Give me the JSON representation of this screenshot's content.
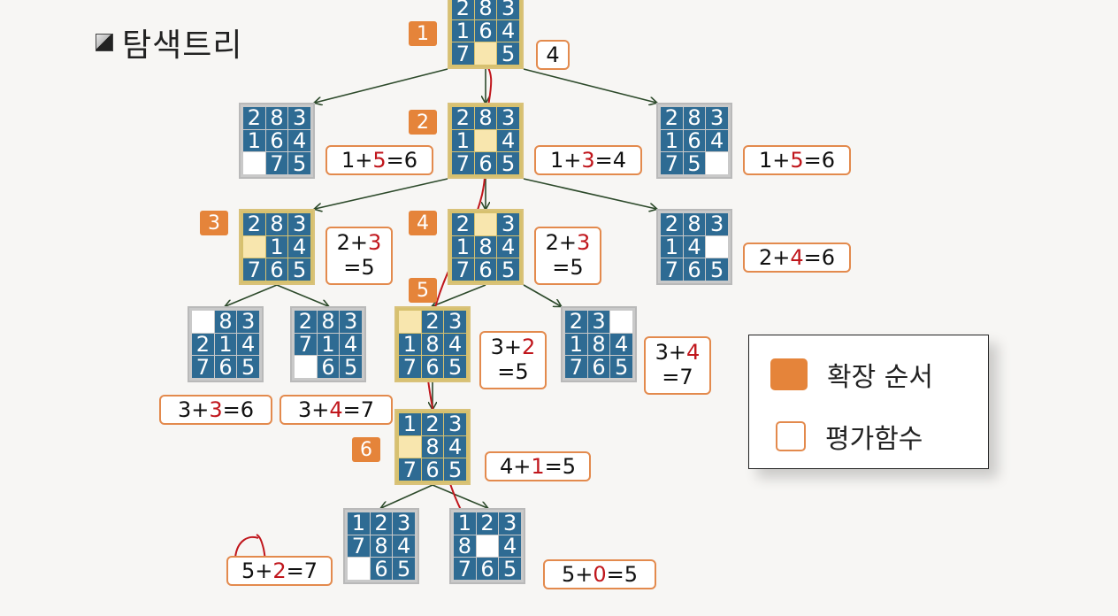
{
  "title": "탐색트리",
  "legend": {
    "order_label": "확장 순서",
    "eval_label": "평가함수"
  },
  "nodes": [
    {
      "id": "n1",
      "tiles": [
        "2",
        "8",
        "3",
        "1",
        "6",
        "4",
        "7",
        "",
        "5"
      ],
      "expanded": true,
      "order": "1",
      "eval": {
        "plain": "4"
      }
    },
    {
      "id": "n2a",
      "tiles": [
        "2",
        "8",
        "3",
        "1",
        "6",
        "4",
        "",
        "7",
        "5"
      ],
      "expanded": false,
      "eval": {
        "g": "1",
        "h": "5",
        "f": "6"
      }
    },
    {
      "id": "n2",
      "tiles": [
        "2",
        "8",
        "3",
        "1",
        "",
        "4",
        "7",
        "6",
        "5"
      ],
      "expanded": true,
      "order": "2",
      "eval": {
        "g": "1",
        "h": "3",
        "f": "4"
      }
    },
    {
      "id": "n2c",
      "tiles": [
        "2",
        "8",
        "3",
        "1",
        "6",
        "4",
        "7",
        "5",
        ""
      ],
      "expanded": false,
      "eval": {
        "g": "1",
        "h": "5",
        "f": "6"
      }
    },
    {
      "id": "n3",
      "tiles": [
        "2",
        "8",
        "3",
        "",
        "1",
        "4",
        "7",
        "6",
        "5"
      ],
      "expanded": true,
      "order": "3",
      "eval": {
        "g": "2",
        "h": "3",
        "f": "5"
      }
    },
    {
      "id": "n4",
      "tiles": [
        "2",
        "",
        "3",
        "1",
        "8",
        "4",
        "7",
        "6",
        "5"
      ],
      "expanded": true,
      "order": "4",
      "eval": {
        "g": "2",
        "h": "3",
        "f": "5"
      }
    },
    {
      "id": "n3c",
      "tiles": [
        "2",
        "8",
        "3",
        "1",
        "4",
        "",
        "7",
        "6",
        "5"
      ],
      "expanded": false,
      "eval": {
        "g": "2",
        "h": "4",
        "f": "6"
      }
    },
    {
      "id": "n4a",
      "tiles": [
        "",
        "8",
        "3",
        "2",
        "1",
        "4",
        "7",
        "6",
        "5"
      ],
      "expanded": false,
      "eval": {
        "g": "3",
        "h": "3",
        "f": "6"
      }
    },
    {
      "id": "n4b",
      "tiles": [
        "2",
        "8",
        "3",
        "7",
        "1",
        "4",
        "",
        "6",
        "5"
      ],
      "expanded": false,
      "eval": {
        "g": "3",
        "h": "4",
        "f": "7"
      }
    },
    {
      "id": "n5",
      "tiles": [
        "",
        "2",
        "3",
        "1",
        "8",
        "4",
        "7",
        "6",
        "5"
      ],
      "expanded": true,
      "order": "5",
      "eval": {
        "g": "3",
        "h": "2",
        "f": "5"
      }
    },
    {
      "id": "n5b",
      "tiles": [
        "2",
        "3",
        "",
        "1",
        "8",
        "4",
        "7",
        "6",
        "5"
      ],
      "expanded": false,
      "eval": {
        "g": "3",
        "h": "4",
        "f": "7"
      }
    },
    {
      "id": "n6",
      "tiles": [
        "1",
        "2",
        "3",
        "",
        "8",
        "4",
        "7",
        "6",
        "5"
      ],
      "expanded": true,
      "order": "6",
      "eval": {
        "g": "4",
        "h": "1",
        "f": "5"
      }
    },
    {
      "id": "n7a",
      "tiles": [
        "1",
        "2",
        "3",
        "7",
        "8",
        "4",
        "",
        "6",
        "5"
      ],
      "expanded": false,
      "eval": {
        "g": "5",
        "h": "2",
        "f": "7"
      }
    },
    {
      "id": "n7b",
      "tiles": [
        "1",
        "2",
        "3",
        "8",
        "",
        "4",
        "7",
        "6",
        "5"
      ],
      "expanded": false,
      "eval": {
        "g": "5",
        "h": "0",
        "f": "5"
      }
    }
  ]
}
